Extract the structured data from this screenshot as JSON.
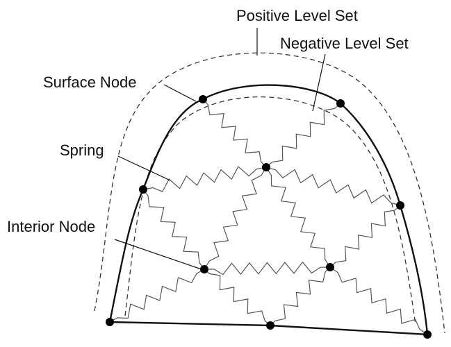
{
  "labels": {
    "positive_level_set": "Positive Level Set",
    "negative_level_set": "Negative Level Set",
    "surface_node": "Surface Node",
    "spring": "Spring",
    "interior_node": "Interior Node"
  },
  "colors": {
    "boundary": "#111111",
    "spring": "#555555",
    "node": "#000000",
    "level_set": "#333333"
  },
  "nodes": {
    "surface": [
      "n1",
      "n2",
      "n3",
      "n4",
      "n5",
      "n6",
      "n7"
    ],
    "interior": [
      "i1",
      "i2",
      "i3"
    ]
  },
  "springs": [
    [
      "n1",
      "i1"
    ],
    [
      "n2",
      "i1"
    ],
    [
      "n3",
      "i1"
    ],
    [
      "n4",
      "i1"
    ],
    [
      "n3",
      "i2"
    ],
    [
      "i1",
      "i2"
    ],
    [
      "n5",
      "i2"
    ],
    [
      "n6",
      "i2"
    ],
    [
      "i1",
      "i3"
    ],
    [
      "i2",
      "i3"
    ],
    [
      "n4",
      "i3"
    ],
    [
      "n6",
      "i3"
    ],
    [
      "n7",
      "i3"
    ]
  ]
}
